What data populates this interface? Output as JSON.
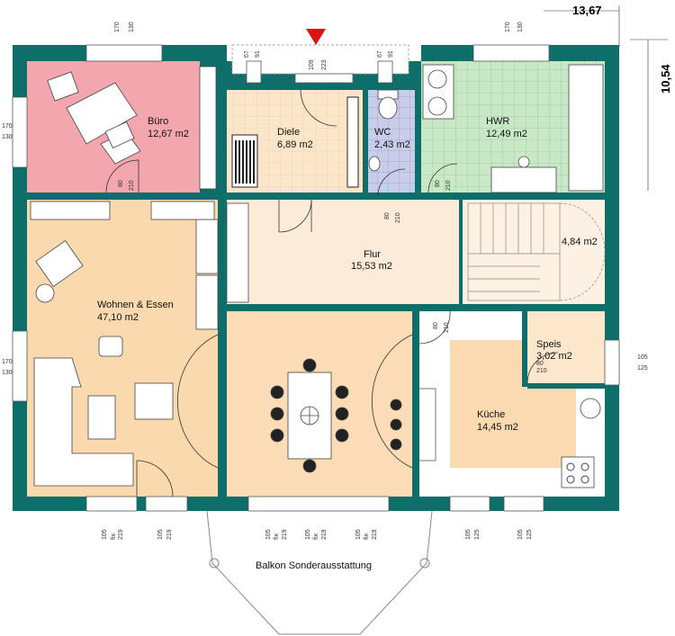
{
  "plan": {
    "width_label": "13,67",
    "depth_label": "10,54",
    "colors": {
      "wall": "#0e6e6a",
      "buero": "#f3a6ad",
      "diele": "#fbe6c9",
      "wc": "#c9cdea",
      "hwr": "#c8e8c6",
      "flur": "#fcebd8",
      "wohnen": "#f9d9ad",
      "essen": "#fbdcb6",
      "kueche": "#fbd9b1",
      "entry_marker": "#dd1111"
    },
    "rooms": [
      {
        "name": "Büro",
        "area": "12,67 m2"
      },
      {
        "name": "Diele",
        "area": "6,89 m2"
      },
      {
        "name": "WC",
        "area": "2,43 m2"
      },
      {
        "name": "HWR",
        "area": "12,49 m2"
      },
      {
        "name": "Flur",
        "area": "15,53 m2"
      },
      {
        "name": "",
        "area": "4,84 m2"
      },
      {
        "name": "Wohnen & Essen",
        "area": "47,10 m2"
      },
      {
        "name": "Speis",
        "area": "3,02 m2"
      },
      {
        "name": "Küche",
        "area": "14,45 m2"
      }
    ],
    "balcony_label": "Balkon Sonderausstattung",
    "window_dims": {
      "top_buero": [
        "170",
        "130"
      ],
      "top_entry_left": [
        "67",
        "91"
      ],
      "top_entry_door": [
        "109",
        "223"
      ],
      "top_entry_right": [
        "67",
        "91"
      ],
      "top_hwr": [
        "170",
        "130"
      ],
      "left_buero": [
        "170",
        "130"
      ],
      "left_wohnen": [
        "170",
        "130"
      ],
      "right_speis": [
        "105",
        "125"
      ],
      "bottom_wohnen_1": [
        "105",
        "219",
        "fix"
      ],
      "bottom_wohnen_2": [
        "105",
        "219"
      ],
      "bottom_essen_1": [
        "105",
        "219",
        "fix"
      ],
      "bottom_essen_2": [
        "105",
        "219",
        "fix"
      ],
      "bottom_essen_3": [
        "105",
        "219",
        "fix"
      ],
      "bottom_kueche_1": [
        "105",
        "125"
      ],
      "bottom_kueche_2": [
        "105",
        "125"
      ]
    },
    "door_dims": {
      "buero": [
        "80",
        "210"
      ],
      "wc": [
        "80",
        "210"
      ],
      "hwr": [
        "80",
        "210"
      ],
      "kueche": [
        "80",
        "210"
      ],
      "speis": [
        "80",
        "210"
      ]
    }
  }
}
